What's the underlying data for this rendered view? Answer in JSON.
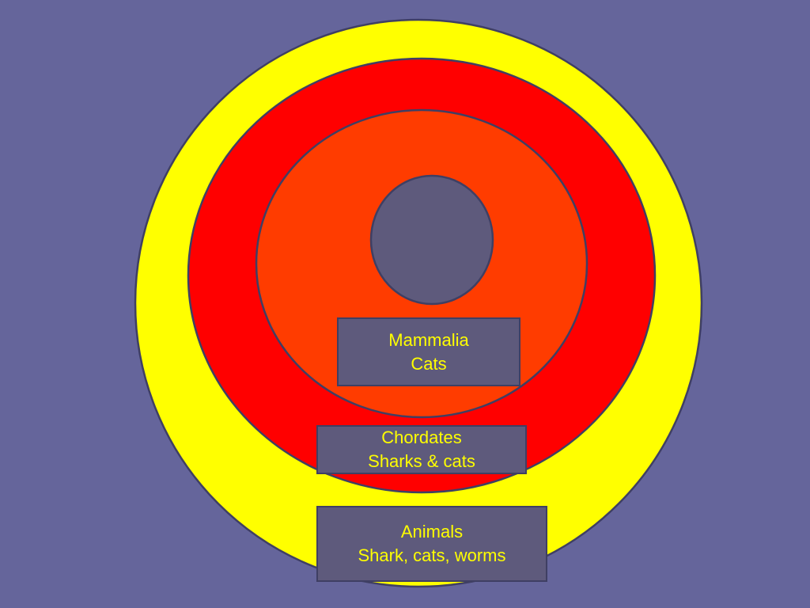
{
  "colors": {
    "background": "#65659b",
    "animals_ring": "#ffff00",
    "chordates_ring": "#ff0000",
    "mammalia_ring": "#ff3c00",
    "center_circle": "#5e5a7c",
    "label_box_fill": "#5e5a7c",
    "label_text": "#ffff00"
  },
  "groups": {
    "mammalia": {
      "name": "Mammalia",
      "members": "Cats"
    },
    "chordates": {
      "name": "Chordates",
      "members": "Sharks & cats"
    },
    "animals": {
      "name": "Animals",
      "members": "Shark, cats, worms"
    }
  }
}
